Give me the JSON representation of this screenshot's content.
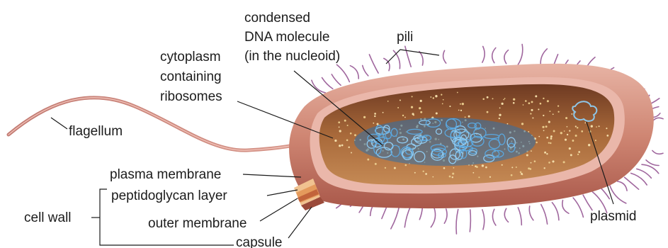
{
  "labels": {
    "condensed_dna": [
      "condensed",
      "DNA molecule",
      "(in the nucleoid)"
    ],
    "pili": "pili",
    "cytoplasm": [
      "cytoplasm",
      "containing",
      "ribosomes"
    ],
    "flagellum": "flagellum",
    "plasma_membrane": "plasma membrane",
    "peptidoglycan_layer": "peptidoglycan layer",
    "cell_wall": "cell wall",
    "outer_membrane": "outer membrane",
    "capsule": "capsule",
    "plasmid": "plasmid"
  },
  "colors": {
    "capsule": "#c97a66",
    "cell_wall": "#d99483",
    "cytoplasm": "#9a5a32",
    "nucleoid": "#3f8fcf",
    "pili": "#a0679e",
    "flagellum": "#c98278"
  }
}
